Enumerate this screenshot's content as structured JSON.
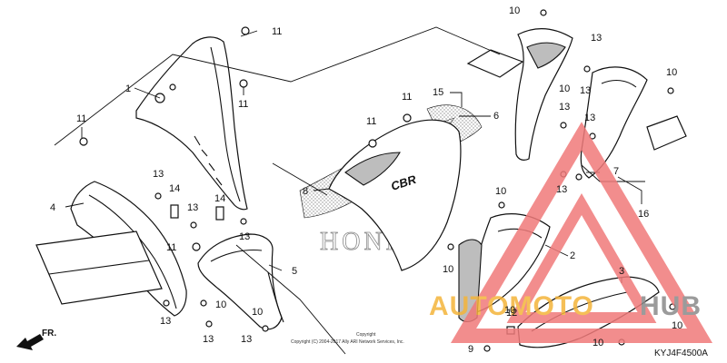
{
  "diagram": {
    "diagram_code": "KYJ4F4500A",
    "copyright_line1": "Copyright",
    "copyright_line2": "Copyright (C) 2004-2017 Ally ARI Network Services, Inc.",
    "direction_label": "FR.",
    "brand_text": "HONDA",
    "model_text": "CBR",
    "watermark_part1": "AUTOMOTO",
    "watermark_part2": "HUB",
    "colors": {
      "watermark_orange": "#f4b43a",
      "watermark_gray": "#8a8a8a",
      "watermark_triangle": "#f07a7a",
      "line": "#111111"
    },
    "callouts": [
      {
        "id": "c1",
        "text": "1"
      },
      {
        "id": "c2",
        "text": "2"
      },
      {
        "id": "c3",
        "text": "3"
      },
      {
        "id": "c4",
        "text": "4"
      },
      {
        "id": "c5",
        "text": "5"
      },
      {
        "id": "c6",
        "text": "6"
      },
      {
        "id": "c7",
        "text": "7"
      },
      {
        "id": "c8",
        "text": "8"
      },
      {
        "id": "c9",
        "text": "9"
      },
      {
        "id": "c10a",
        "text": "10"
      },
      {
        "id": "c10b",
        "text": "10"
      },
      {
        "id": "c10c",
        "text": "10"
      },
      {
        "id": "c10d",
        "text": "10"
      },
      {
        "id": "c10e",
        "text": "10"
      },
      {
        "id": "c10f",
        "text": "10"
      },
      {
        "id": "c10g",
        "text": "10"
      },
      {
        "id": "c10h",
        "text": "10"
      },
      {
        "id": "c10i",
        "text": "10"
      },
      {
        "id": "c10j",
        "text": "10"
      },
      {
        "id": "c11a",
        "text": "11"
      },
      {
        "id": "c11b",
        "text": "11"
      },
      {
        "id": "c11c",
        "text": "11"
      },
      {
        "id": "c11d",
        "text": "11"
      },
      {
        "id": "c11e",
        "text": "11"
      },
      {
        "id": "c11f",
        "text": "11"
      },
      {
        "id": "c12",
        "text": "12"
      },
      {
        "id": "c13a",
        "text": "13"
      },
      {
        "id": "c13b",
        "text": "13"
      },
      {
        "id": "c13c",
        "text": "13"
      },
      {
        "id": "c13d",
        "text": "13"
      },
      {
        "id": "c13e",
        "text": "13"
      },
      {
        "id": "c13f",
        "text": "13"
      },
      {
        "id": "c13g",
        "text": "13"
      },
      {
        "id": "c13h",
        "text": "13"
      },
      {
        "id": "c13i",
        "text": "13"
      },
      {
        "id": "c13j",
        "text": "13"
      },
      {
        "id": "c13k",
        "text": "13"
      },
      {
        "id": "c14a",
        "text": "14"
      },
      {
        "id": "c14b",
        "text": "14"
      },
      {
        "id": "c15",
        "text": "15"
      },
      {
        "id": "c16",
        "text": "16"
      }
    ]
  }
}
